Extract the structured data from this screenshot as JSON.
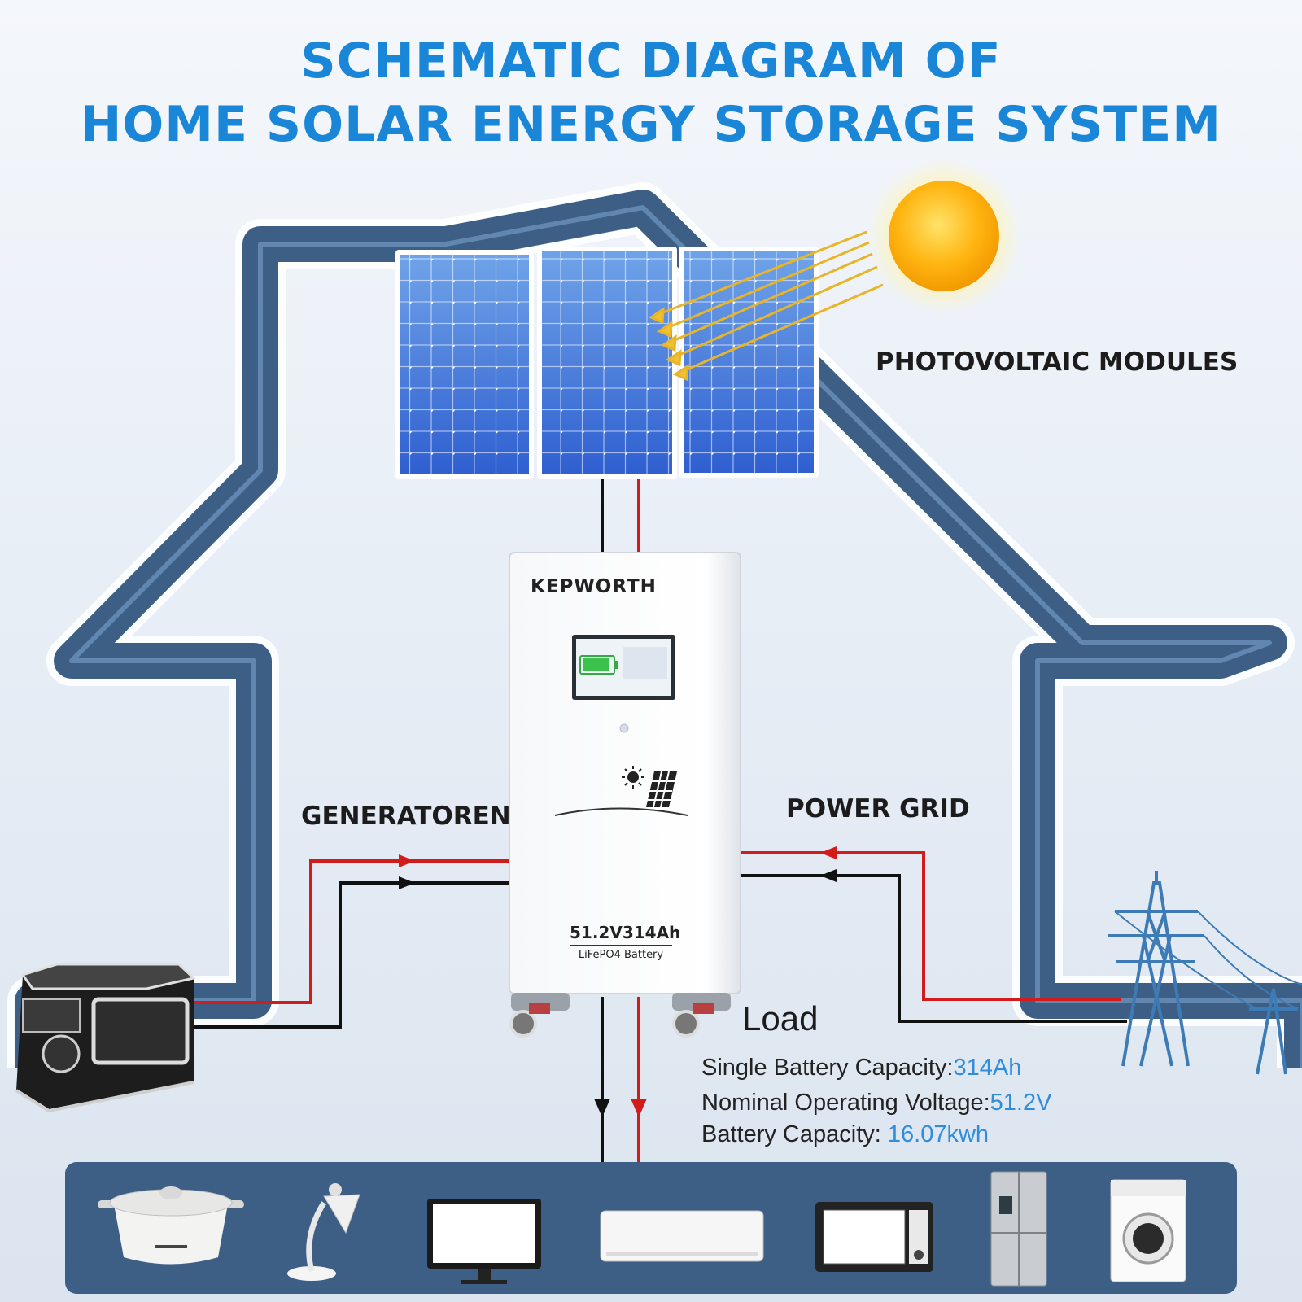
{
  "title": {
    "line1": "SCHEMATIC DIAGRAM OF",
    "line2": "HOME SOLAR ENERGY STORAGE SYSTEM"
  },
  "labels": {
    "photovoltaic": "PHOTOVOLTAIC MODULES",
    "generator": "GENERATOREN",
    "grid": "POWER GRID",
    "load": "Load"
  },
  "battery_unit": {
    "brand": "KEPWORTH",
    "model": "51.2V314Ah",
    "chemistry": "LiFePO4 Battery"
  },
  "specs": [
    {
      "label": "Single Battery Capacity:",
      "value": "314Ah"
    },
    {
      "label": "Nominal Operating Voltage:",
      "value": "51.2V"
    },
    {
      "label": "Battery Capacity: ",
      "value": "16.07kwh"
    }
  ],
  "icons": {
    "sun": "sun-icon",
    "solar_panels": "solar-panel-icon",
    "generator": "generator-icon",
    "tower": "power-tower-icon",
    "appliances": [
      "rice-cooker-icon",
      "desk-lamp-icon",
      "monitor-icon",
      "air-conditioner-icon",
      "microwave-icon",
      "refrigerator-icon",
      "washing-machine-icon"
    ]
  },
  "colors": {
    "title": "#1a86d8",
    "house_outline": "#3d5f86",
    "wire_positive": "#d21c1c",
    "wire_negative": "#111111",
    "spec_value": "#2f8ddc"
  }
}
